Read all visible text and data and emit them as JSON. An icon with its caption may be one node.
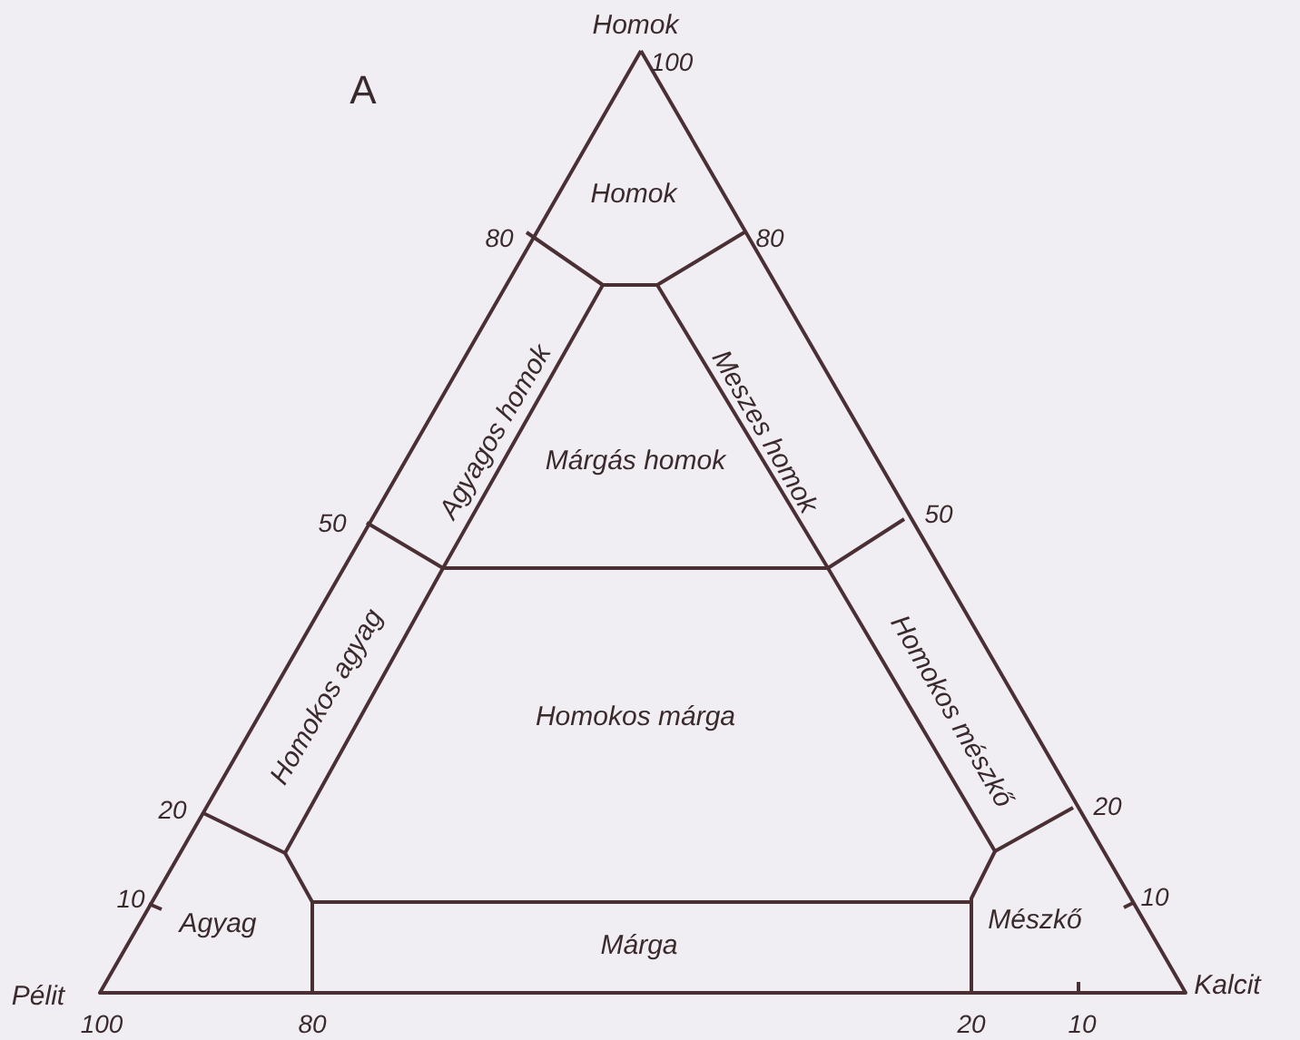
{
  "diagram": {
    "labels": [
      "Homok",
      "A",
      "100",
      "Homok",
      "80",
      "80",
      "Agyagos homok",
      "Meszes homok",
      "Márgás homok",
      "50",
      "50",
      "Homokos agyag",
      "Homokos márga",
      "Homokos mészkő",
      "20",
      "20",
      "10",
      "Agyag",
      "Mészkő",
      "10",
      "Márga",
      "Pélit",
      "Kalcit",
      "100",
      "80",
      "20",
      "10"
    ]
  }
}
